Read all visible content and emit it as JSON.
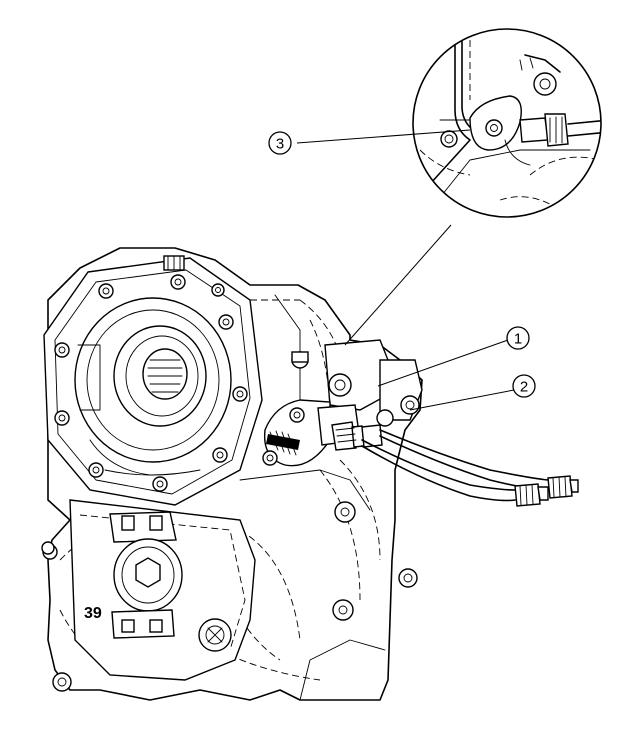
{
  "callouts": [
    {
      "label": "3"
    },
    {
      "label": "1"
    },
    {
      "label": "2"
    }
  ],
  "engraved_marking": "39",
  "colors": {
    "ink": "#000000",
    "paper": "#ffffff"
  }
}
